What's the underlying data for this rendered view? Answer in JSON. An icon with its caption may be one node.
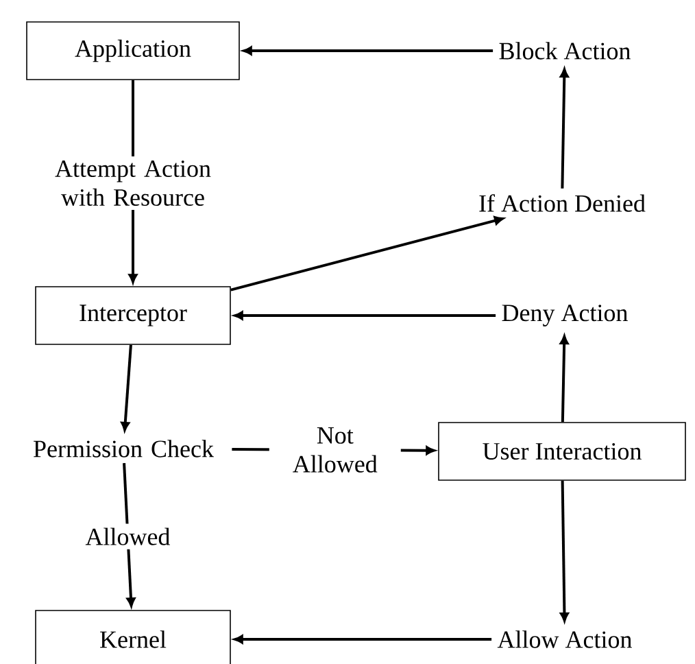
{
  "diagram": {
    "nodes": [
      {
        "text": [
          "Application"
        ]
      },
      {
        "text": [
          "Block Action"
        ]
      },
      {
        "text": [
          "If Action Denied"
        ]
      },
      {
        "text": [
          "Interceptor"
        ]
      },
      {
        "text": [
          "Deny Action"
        ]
      },
      {
        "text": [
          "Permission Check"
        ]
      },
      {
        "text": [
          "User Interaction"
        ]
      },
      {
        "text": [
          "Kernel"
        ]
      },
      {
        "text": [
          "Allow Action"
        ]
      }
    ],
    "edges": [
      {
        "from": 0,
        "to": 3,
        "arrow": "to",
        "label": "Attempt Action with Resource"
      },
      {
        "from": 3,
        "to": 2,
        "arrow": "to"
      },
      {
        "from": 2,
        "to": 1,
        "arrow": "to"
      },
      {
        "from": 1,
        "to": 0,
        "arrow": "to"
      },
      {
        "from": 6,
        "to": 4,
        "arrow": "to"
      },
      {
        "from": 4,
        "to": 3,
        "arrow": "to"
      },
      {
        "from": 3,
        "to": 5,
        "arrow": "to"
      },
      {
        "from": 5,
        "to": 6,
        "arrow": "to",
        "label": "Not Allowed"
      },
      {
        "from": 5,
        "to": 7,
        "arrow": "to",
        "label": "Allowed"
      },
      {
        "from": 6,
        "to": 8,
        "arrow": "to"
      },
      {
        "from": 8,
        "to": 7,
        "arrow": "to"
      }
    ]
  }
}
